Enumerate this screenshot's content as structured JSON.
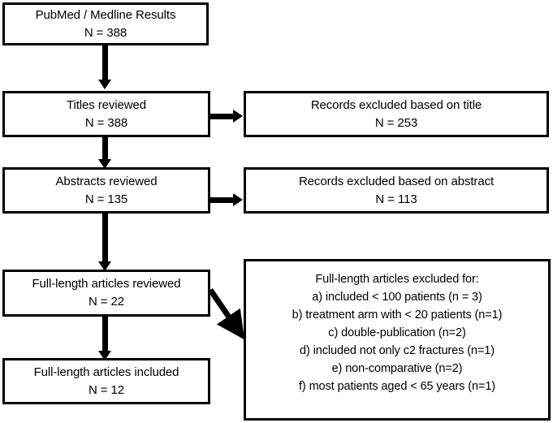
{
  "diagram": {
    "title": "PRISMA-style literature selection flow chart",
    "colors": {
      "stroke": "#000000",
      "fill": "#ffffff",
      "text": "#000000"
    },
    "nodes": {
      "pubmed": {
        "label": "PubMed / Medline Results",
        "count": "N = 388"
      },
      "titles_reviewed": {
        "label": "Titles reviewed",
        "count": "N = 388"
      },
      "abstracts_reviewed": {
        "label": "Abstracts reviewed",
        "count": "N = 135"
      },
      "fulllength_reviewed": {
        "label": "Full-length articles reviewed",
        "count": "N = 22"
      },
      "fulllength_included": {
        "label": "Full-length articles included",
        "count": "N = 12"
      },
      "excluded_title": {
        "label": "Records excluded based on title",
        "count": "N = 253"
      },
      "excluded_abstract": {
        "label": "Records excluded based on abstract",
        "count": "N = 113"
      },
      "excluded_fulllength": {
        "heading": "Full-length articles excluded for:",
        "reasons": [
          "a) included < 100 patients (n = 3)",
          "b) treatment arm with < 20 patients (n=1)",
          "c) double-publication (n=2)",
          "d) included not only c2 fractures (n=1)",
          "e) non-comparative (n=2)",
          "f) most patients aged < 65 years (n=1)"
        ]
      }
    },
    "connectors": [
      {
        "name": "pubmed-to-titles",
        "direction": "down"
      },
      {
        "name": "titles-to-abstracts",
        "direction": "down"
      },
      {
        "name": "abstracts-to-fulllength-reviewed",
        "direction": "down"
      },
      {
        "name": "fulllength-reviewed-to-included",
        "direction": "down"
      },
      {
        "name": "titles-to-excluded-title",
        "direction": "right"
      },
      {
        "name": "abstracts-to-excluded-abstract",
        "direction": "right"
      },
      {
        "name": "fulllength-reviewed-to-excluded-fulllength",
        "direction": "diagonal-down-right"
      }
    ]
  }
}
